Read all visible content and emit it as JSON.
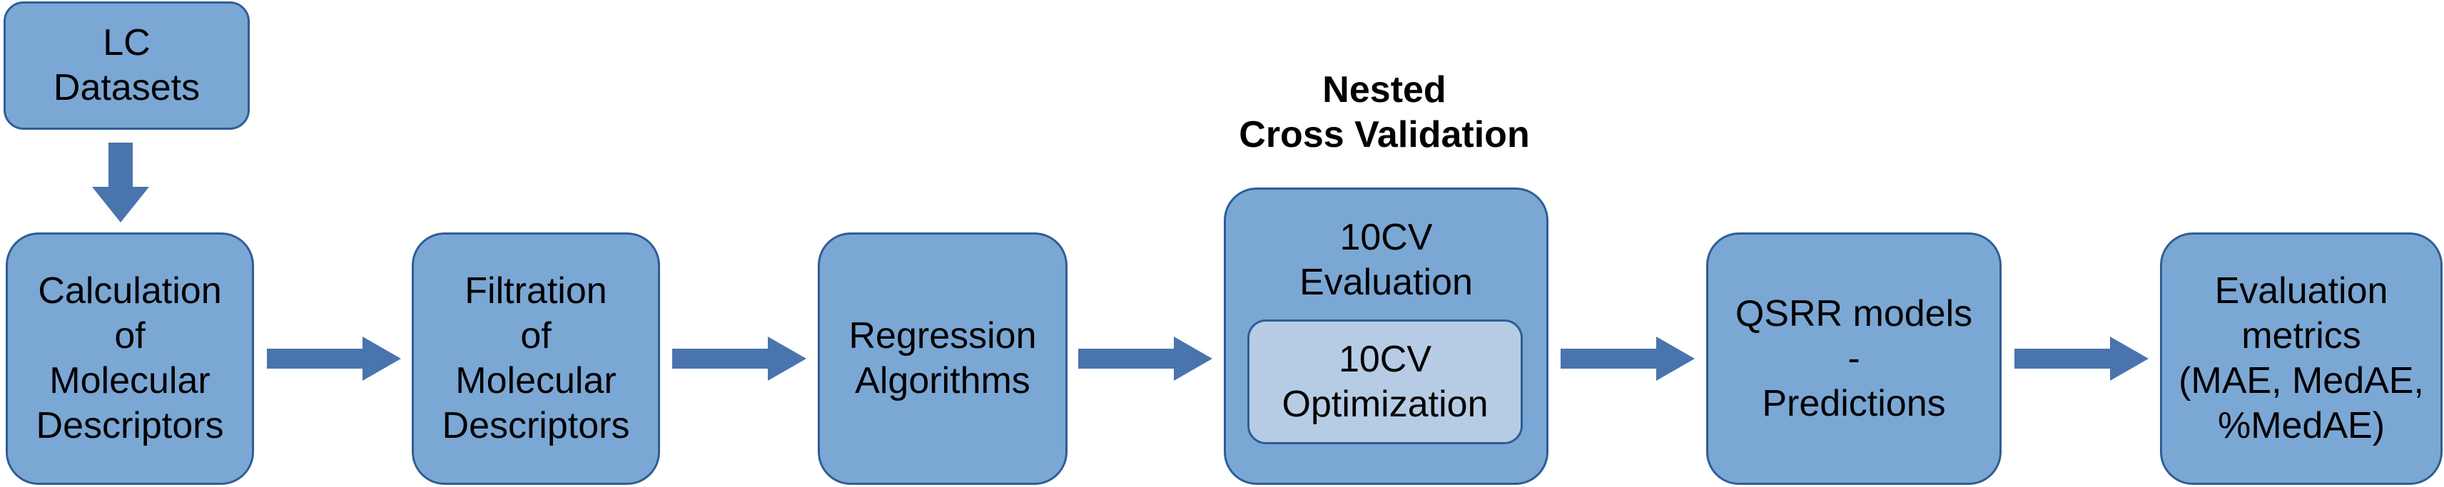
{
  "nodes": {
    "lc_datasets": {
      "lines": [
        "LC",
        "Datasets"
      ]
    },
    "calculation": {
      "lines": [
        "Calculation",
        "of",
        "Molecular",
        "Descriptors"
      ]
    },
    "filtration": {
      "lines": [
        "Filtration",
        "of",
        "Molecular",
        "Descriptors"
      ]
    },
    "regression": {
      "lines": [
        "Regression",
        "Algorithms"
      ]
    },
    "evaluation_10cv": {
      "lines": [
        "10CV",
        "Evaluation"
      ]
    },
    "optimization_10cv": {
      "lines": [
        "10CV",
        "Optimization"
      ]
    },
    "qsrr": {
      "lines": [
        "QSRR models",
        "-",
        "Predictions"
      ]
    },
    "metrics": {
      "lines": [
        "Evaluation",
        "metrics",
        "(MAE, MedAE,",
        "%MedAE)"
      ]
    }
  },
  "group_title": {
    "lines": [
      "Nested",
      "Cross Validation"
    ]
  },
  "colors": {
    "box_fill": "#7ba7d4",
    "inner_box_fill": "#b6cce4",
    "border": "#2f5d95",
    "arrow": "#4a74ad"
  }
}
